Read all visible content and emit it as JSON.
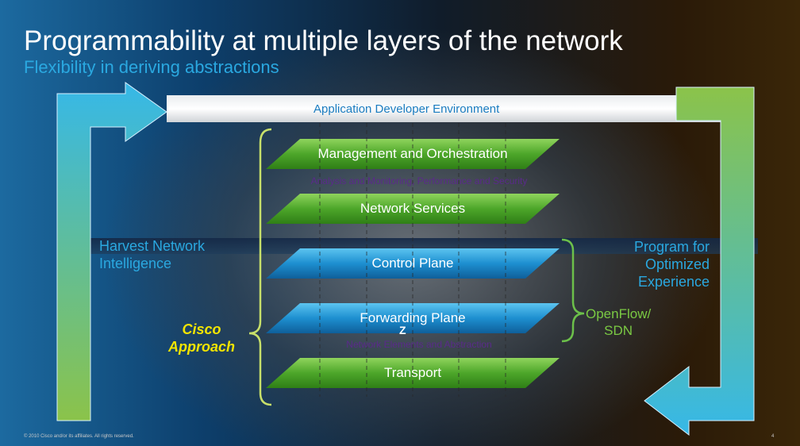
{
  "title": "Programmability at multiple layers of the network",
  "subtitle": "Flexibility in deriving abstractions",
  "top_band": "Application Developer Environment",
  "layers": [
    {
      "label": "Management and Orchestration",
      "color": "green"
    },
    {
      "label": "Network Services",
      "color": "green"
    },
    {
      "label": "Control Plane",
      "color": "blue"
    },
    {
      "label": "Forwarding Plane",
      "color": "blue"
    },
    {
      "label": "Transport",
      "color": "green"
    }
  ],
  "notes": {
    "analysis": "Analysis and Monitoring, Performance and Security",
    "elements": "Network Elements and Abstraction"
  },
  "left_label": {
    "line1": "Harvest Network",
    "line2": "Intelligence"
  },
  "right_label": {
    "line1": "Program for",
    "line2": "Optimized",
    "line3": "Experience"
  },
  "cisco": {
    "line1": "Cisco",
    "line2": "Approach"
  },
  "openflow": {
    "line1": "OpenFlow/",
    "line2": "SDN"
  },
  "stray_glyph": "Z",
  "footer": "© 2010 Cisco and/or its affiliates. All rights reserved.",
  "page_number": "4",
  "colors": {
    "green": "#5fb83a",
    "blue": "#1d8fd0",
    "cyan": "#36b8e8",
    "lime": "#8bc34a",
    "accent_yellow": "#f2e400"
  }
}
